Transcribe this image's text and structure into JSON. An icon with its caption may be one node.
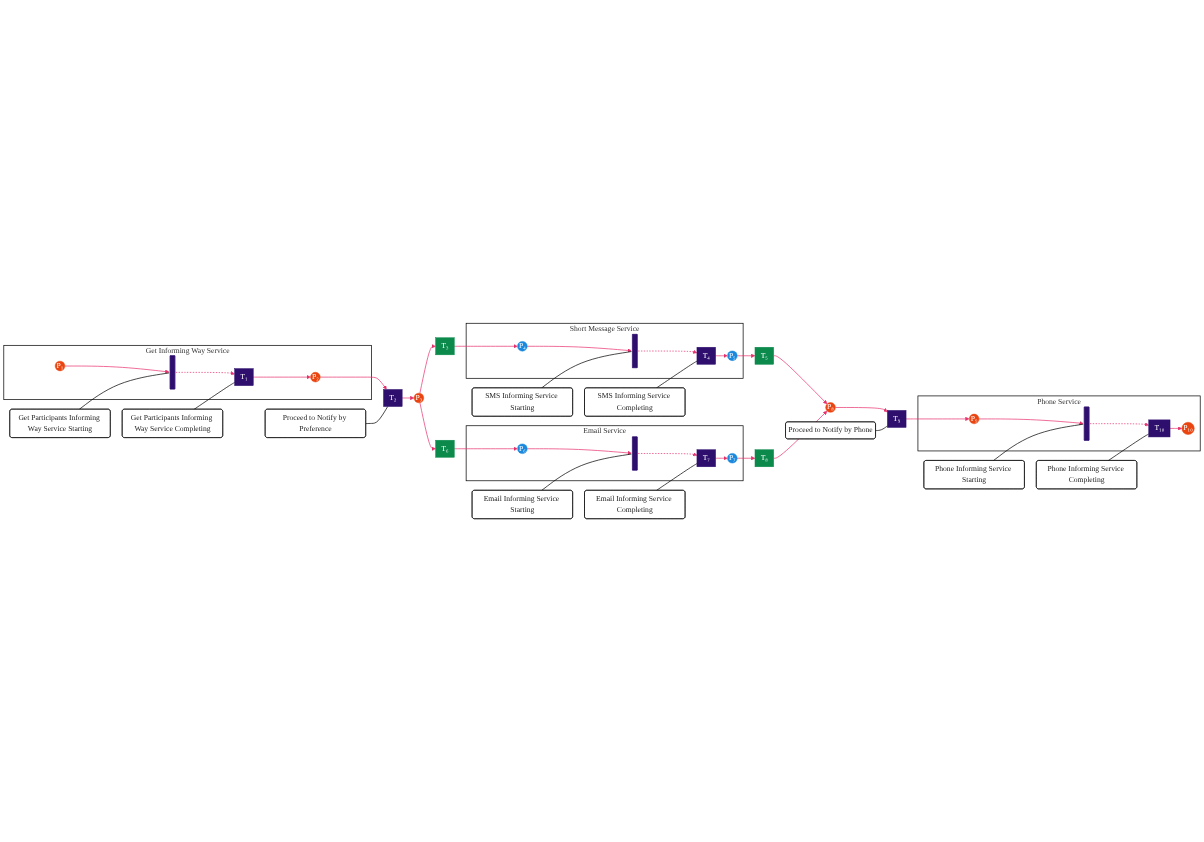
{
  "diagram": {
    "nodes": [
      {
        "text": [
          "Get Informing Way Service"
        ]
      },
      {
        "text": [
          "P₁"
        ],
        "in": 0
      },
      {
        "text": [],
        "shape": "bar",
        "in": 0
      },
      {
        "text": [
          "T₁"
        ],
        "in": 0
      },
      {
        "text": [
          "P₂"
        ],
        "in": 0
      },
      {
        "text": [
          "Get Participants Informing Way Service Starting"
        ]
      },
      {
        "text": [
          "Get Participants Informing Way Service Completing"
        ]
      },
      {
        "text": [
          "Proceed to Notify by Preference"
        ]
      },
      {
        "text": [
          "T₂"
        ]
      },
      {
        "text": [
          "P₃"
        ]
      },
      {
        "text": [
          "T₃"
        ]
      },
      {
        "text": [
          "T₆"
        ]
      },
      {
        "text": [
          "SMS Informing Service Starting"
        ]
      },
      {
        "text": [
          "SMS Informing Service Completing"
        ]
      },
      {
        "text": [
          "Short Message Service"
        ]
      },
      {
        "text": [
          "P₄"
        ],
        "in": 14
      },
      {
        "text": [],
        "shape": "bar",
        "in": 14
      },
      {
        "text": [
          "T₄"
        ],
        "in": 14
      },
      {
        "text": [
          "P₅"
        ],
        "in": 14
      },
      {
        "text": [
          "Email Service"
        ]
      },
      {
        "text": [
          "P₆"
        ],
        "in": 19
      },
      {
        "text": [],
        "shape": "bar",
        "in": 19
      },
      {
        "text": [
          "T₇"
        ],
        "in": 19
      },
      {
        "text": [
          "P₇"
        ],
        "in": 19
      },
      {
        "text": [
          "Email Informing Service Starting"
        ]
      },
      {
        "text": [
          "Email Informing Service Completing"
        ]
      },
      {
        "text": [
          "T₅"
        ]
      },
      {
        "text": [
          "T₈"
        ]
      },
      {
        "text": [
          "Proceed to Notify by Phone"
        ]
      },
      {
        "text": [
          "P₈"
        ]
      },
      {
        "text": [
          "T₉"
        ]
      },
      {
        "text": [
          "Phone Service"
        ]
      },
      {
        "text": [
          "P₉"
        ],
        "in": 31
      },
      {
        "text": [],
        "shape": "bar",
        "in": 31
      },
      {
        "text": [
          "T₁₀"
        ],
        "in": 31
      },
      {
        "text": [
          "P₁₀"
        ],
        "in": 31
      },
      {
        "text": [
          "Phone Informing Service Starting"
        ]
      },
      {
        "text": [
          "Phone Informing Service Completing"
        ]
      }
    ],
    "edges": [
      {
        "from": 1,
        "to": 2,
        "arrow": "to"
      },
      {
        "from": 2,
        "to": 3,
        "arrow": "to",
        "style": "dashed"
      },
      {
        "from": 3,
        "to": 4,
        "arrow": "to"
      },
      {
        "from": 4,
        "to": 8,
        "arrow": "to"
      },
      {
        "from": 8,
        "to": 9,
        "arrow": "to"
      },
      {
        "from": 9,
        "to": 10,
        "arrow": "to"
      },
      {
        "from": 9,
        "to": 11,
        "arrow": "to"
      },
      {
        "from": 10,
        "to": 15,
        "arrow": "to"
      },
      {
        "from": 15,
        "to": 16,
        "arrow": "to"
      },
      {
        "from": 16,
        "to": 17,
        "arrow": "to",
        "style": "dashed"
      },
      {
        "from": 17,
        "to": 18,
        "arrow": "to"
      },
      {
        "from": 18,
        "to": 26,
        "arrow": "to"
      },
      {
        "from": 26,
        "to": 29,
        "arrow": "to"
      },
      {
        "from": 11,
        "to": 20,
        "arrow": "to"
      },
      {
        "from": 20,
        "to": 21,
        "arrow": "to"
      },
      {
        "from": 21,
        "to": 22,
        "arrow": "to",
        "style": "dashed"
      },
      {
        "from": 22,
        "to": 23,
        "arrow": "to"
      },
      {
        "from": 23,
        "to": 27,
        "arrow": "to"
      },
      {
        "from": 27,
        "to": 29,
        "arrow": "to"
      },
      {
        "from": 29,
        "to": 30,
        "arrow": "to"
      },
      {
        "from": 30,
        "to": 32,
        "arrow": "to"
      },
      {
        "from": 32,
        "to": 33,
        "arrow": "to"
      },
      {
        "from": 33,
        "to": 34,
        "arrow": "to",
        "style": "dashed"
      },
      {
        "from": 34,
        "to": 35,
        "arrow": "to"
      },
      {
        "from": 5,
        "to": 2,
        "arrow": "none",
        "color": "#000000"
      },
      {
        "from": 6,
        "to": 3,
        "arrow": "none",
        "color": "#000000"
      },
      {
        "from": 7,
        "to": 8,
        "arrow": "none",
        "color": "#000000"
      },
      {
        "from": 12,
        "to": 16,
        "arrow": "none",
        "color": "#000000"
      },
      {
        "from": 13,
        "to": 17,
        "arrow": "none",
        "color": "#000000"
      },
      {
        "from": 24,
        "to": 21,
        "arrow": "none",
        "color": "#000000"
      },
      {
        "from": 25,
        "to": 22,
        "arrow": "none",
        "color": "#000000"
      },
      {
        "from": 28,
        "to": 30,
        "arrow": "none",
        "color": "#000000"
      },
      {
        "from": 36,
        "to": 33,
        "arrow": "none",
        "color": "#000000"
      },
      {
        "from": 37,
        "to": 34,
        "arrow": "none",
        "color": "#000000"
      }
    ]
  }
}
